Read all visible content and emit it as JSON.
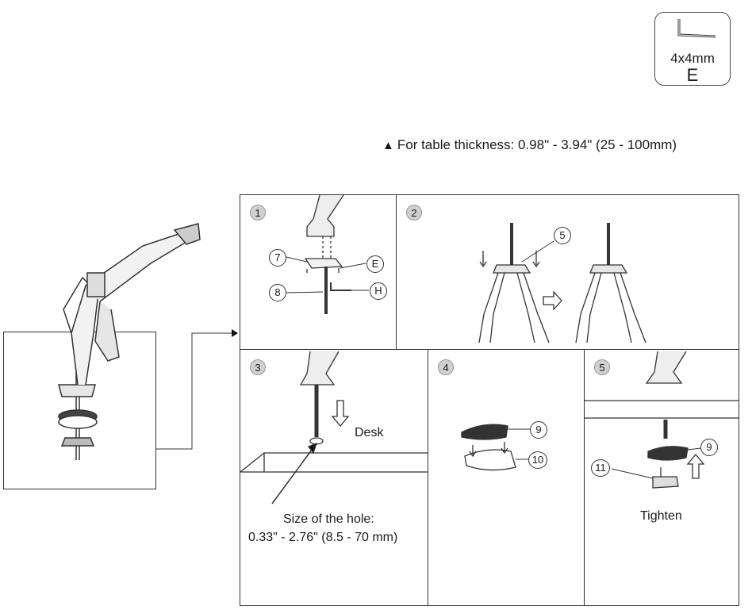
{
  "tool": {
    "size": "4x4mm",
    "letter": "E"
  },
  "warning": {
    "text": "For table thickness: 0.98\" - 3.94\" (25 - 100mm)"
  },
  "steps": [
    {
      "number": "1",
      "callouts": [
        "7",
        "E",
        "8",
        "H"
      ]
    },
    {
      "number": "2",
      "callouts": [
        "5"
      ]
    },
    {
      "number": "3",
      "desk_label": "Desk",
      "hole_label": "Size of the hole:",
      "hole_size": "0.33\" - 2.76\" (8.5 - 70 mm)"
    },
    {
      "number": "4",
      "callouts": [
        "9",
        "10"
      ]
    },
    {
      "number": "5",
      "callouts": [
        "9",
        "11"
      ],
      "action_label": "Tighten"
    }
  ]
}
